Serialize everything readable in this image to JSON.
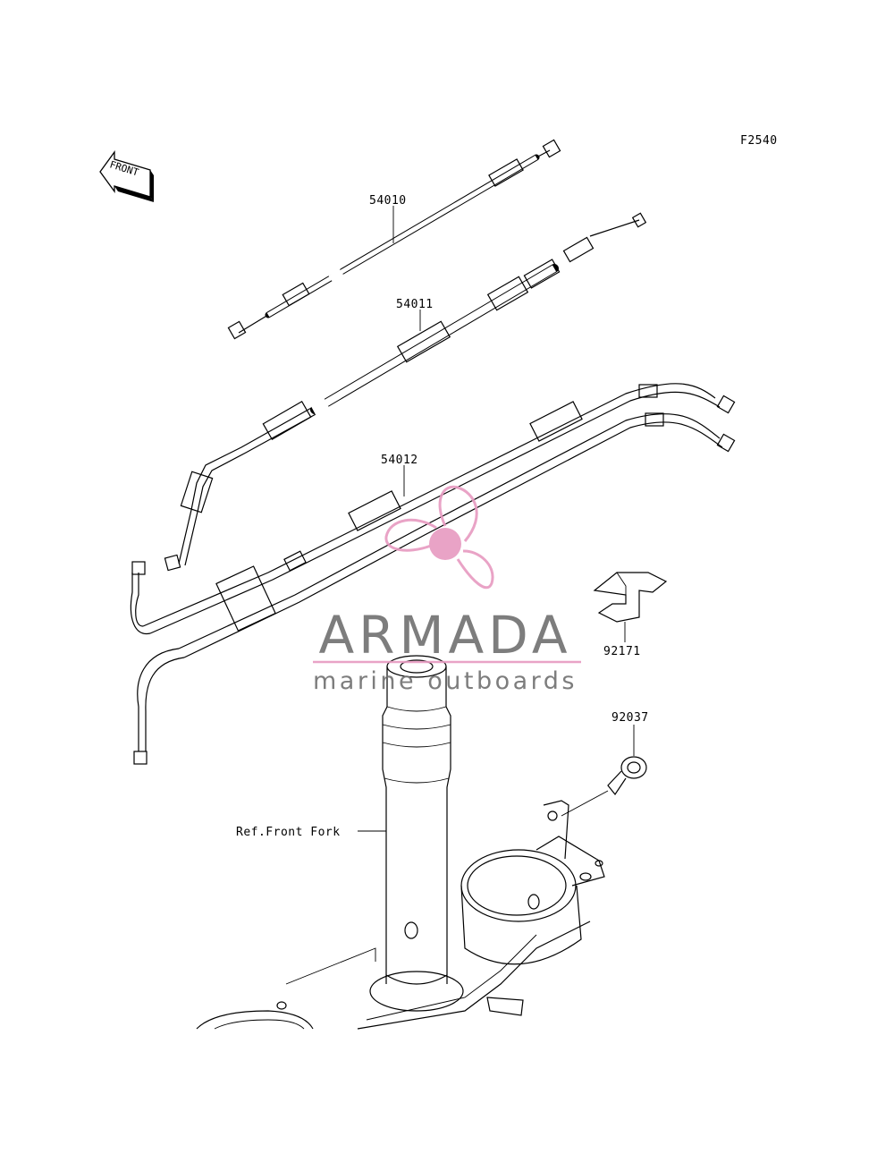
{
  "diagram": {
    "ref_code": "F2540",
    "front_marker": "FRONT",
    "labels": {
      "part_54010": "54010",
      "part_54011": "54011",
      "part_54012": "54012",
      "part_92171": "92171",
      "part_92037": "92037",
      "ref_front_fork": "Ref.Front Fork"
    }
  },
  "watermark": {
    "brand": "ARMADA",
    "tagline": "marine outboards",
    "colors": {
      "text": "#6f6f6f",
      "accent": "#e79ac0"
    }
  }
}
